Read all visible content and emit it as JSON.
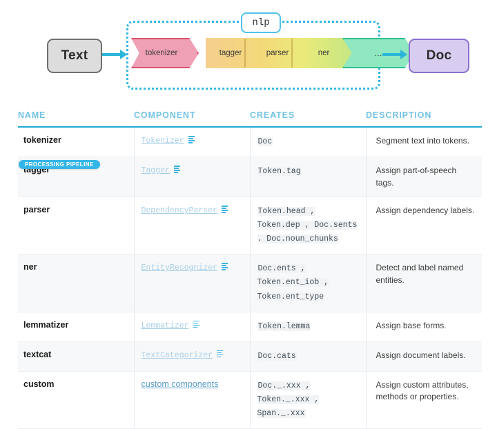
{
  "diagram": {
    "input_label": "Text",
    "output_label": "Doc",
    "pipeline_label": "nlp",
    "stages": [
      {
        "label": "tokenizer",
        "color": "#efa0b4"
      },
      {
        "label": "tagger",
        "color": "#f5cf8e"
      },
      {
        "label": "parser",
        "color": "#f3d97a"
      },
      {
        "label": "ner",
        "color": "#cfe87f"
      },
      {
        "label": "…",
        "color": "#8fe8c0"
      }
    ],
    "arrow_color": "#29b6d8",
    "container_border_color": "#2fb5e0"
  },
  "badge": {
    "label": "PROCESSING PIPELINE",
    "color": "#35b6e8"
  },
  "table": {
    "headers": [
      "NAME",
      "COMPONENT",
      "CREATES",
      "DESCRIPTION"
    ],
    "header_color": "#73c3e3",
    "rows": [
      {
        "name": "tokenizer",
        "component": "Tokenizer",
        "component_icon": "doc-icon",
        "creates": "Doc",
        "description": "Segment text into tokens."
      },
      {
        "name": "tagger",
        "component": "Tagger",
        "component_icon": "doc-icon",
        "creates": "Token.tag",
        "description": "Assign part-of-speech tags."
      },
      {
        "name": "parser",
        "component": "DependencyParser",
        "component_icon": "doc-icon",
        "creates": "Token.head , Token.dep , Doc.sents . Doc.noun_chunks",
        "description": "Assign dependency labels."
      },
      {
        "name": "ner",
        "component": "EntityRecognizer",
        "component_icon": "doc-icon",
        "creates": "Doc.ents , Token.ent_iob , Token.ent_type",
        "description": "Detect and label named entities."
      },
      {
        "name": "lemmatizer",
        "component": "Lemmatizer",
        "component_icon": "doc-icon",
        "creates": "Token.lemma",
        "description": "Assign base forms."
      },
      {
        "name": "textcat",
        "component": "TextCategorizer",
        "component_icon": "doc-icon",
        "creates": "Doc.cats",
        "description": "Assign document labels."
      },
      {
        "name": "custom",
        "component": "custom components",
        "component_icon": "none",
        "creates": "Doc._.xxx , Token._.xxx , Span._.xxx",
        "description": "Assign custom attributes, methods or properties."
      }
    ]
  }
}
